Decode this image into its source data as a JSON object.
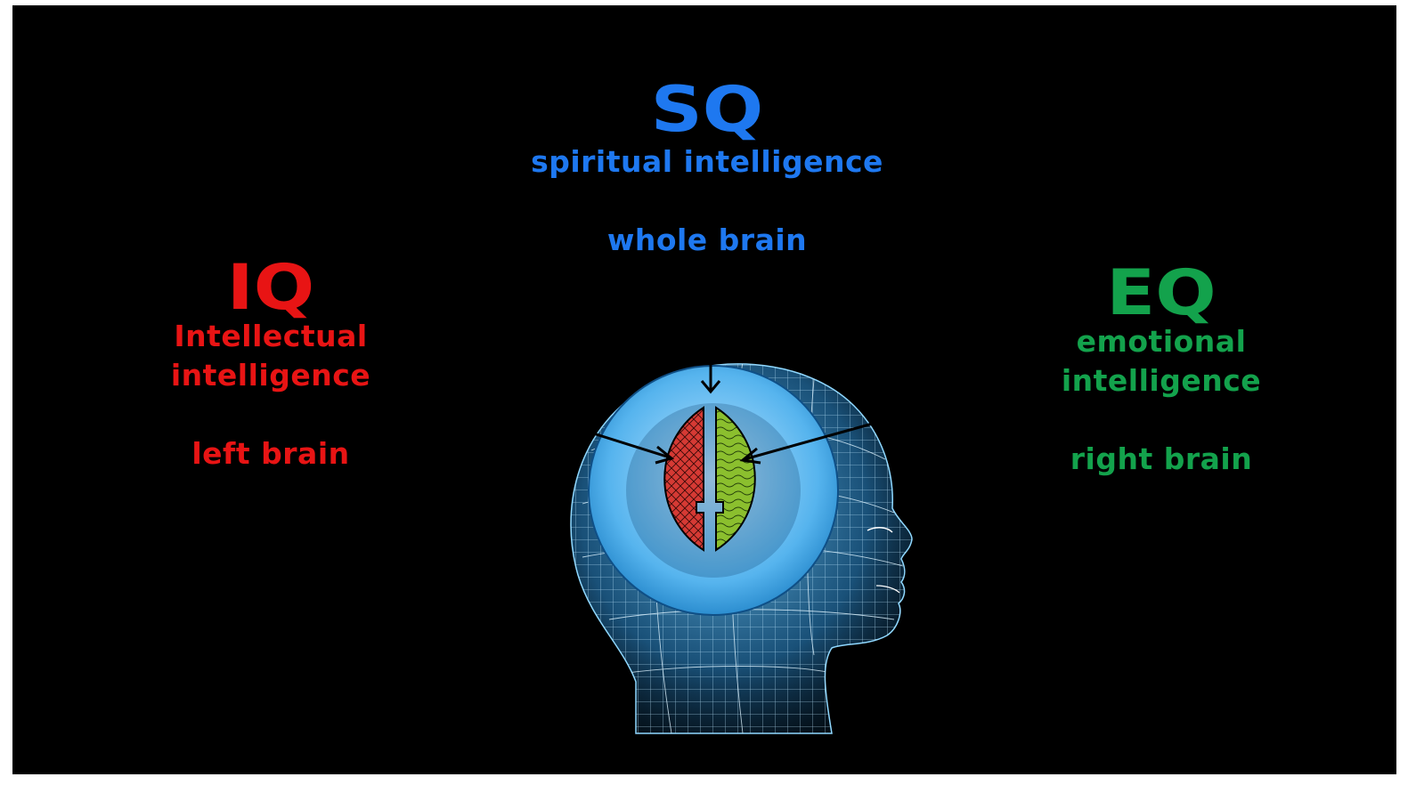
{
  "sq": {
    "title": "SQ",
    "subtitle": "spiritual intelligence",
    "note": "whole brain",
    "color": "#1e78f0"
  },
  "iq": {
    "title": "IQ",
    "subtitle_line1": "Intellectual",
    "subtitle_line2": "intelligence",
    "note": "left brain",
    "color": "#e81414"
  },
  "eq": {
    "title": "EQ",
    "subtitle_line1": "emotional",
    "subtitle_line2": "intelligence",
    "note": "right brain",
    "color": "#13a24c"
  },
  "figure": {
    "icons": [
      "wireframe-head-icon",
      "brain-circle-icon",
      "arrow-icon"
    ],
    "colors": {
      "head_wire": "#4fb0e8",
      "outer_ring": "#2a8fd6",
      "left_hemisphere": "#d63a34",
      "right_hemisphere": "#8bbf2e",
      "arrow": "#000000"
    }
  }
}
